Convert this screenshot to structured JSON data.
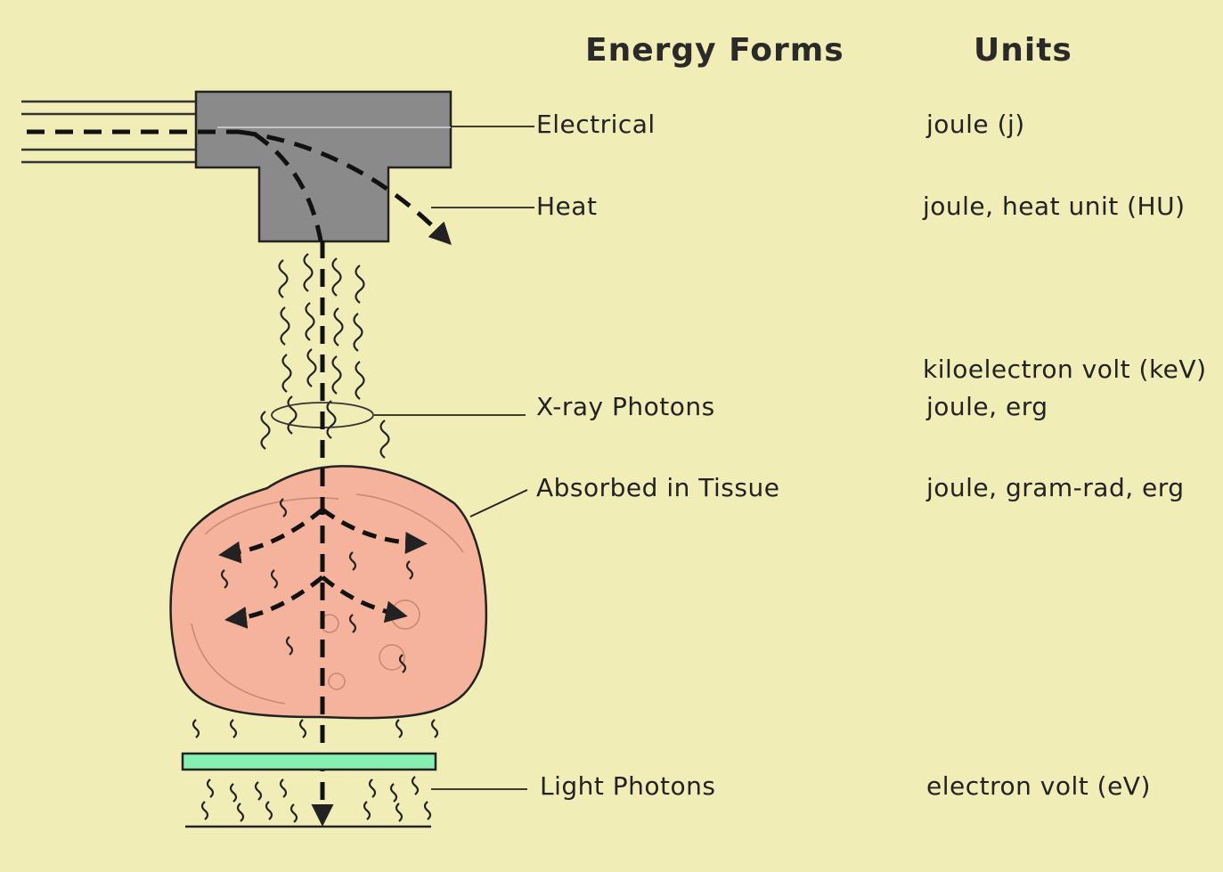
{
  "headers": {
    "forms": "Energy Forms",
    "units": "Units"
  },
  "rows": [
    {
      "form": "Electrical",
      "units": [
        "joule (j)"
      ]
    },
    {
      "form": "Heat",
      "units": [
        "joule, heat unit (HU)"
      ]
    },
    {
      "form": "X-ray Photons",
      "units": [
        "kiloelectron volt (keV)",
        "joule, erg"
      ]
    },
    {
      "form": "Absorbed in Tissue",
      "units": [
        "joule, gram-rad, erg"
      ]
    },
    {
      "form": "Light Photons",
      "units": [
        "electron volt (eV)"
      ]
    }
  ],
  "colors": {
    "background": "#f0eeb6",
    "tube": "#8a8a8a",
    "tissue": "#f4b39a",
    "screen": "#86f0ae",
    "ink": "#222222"
  }
}
